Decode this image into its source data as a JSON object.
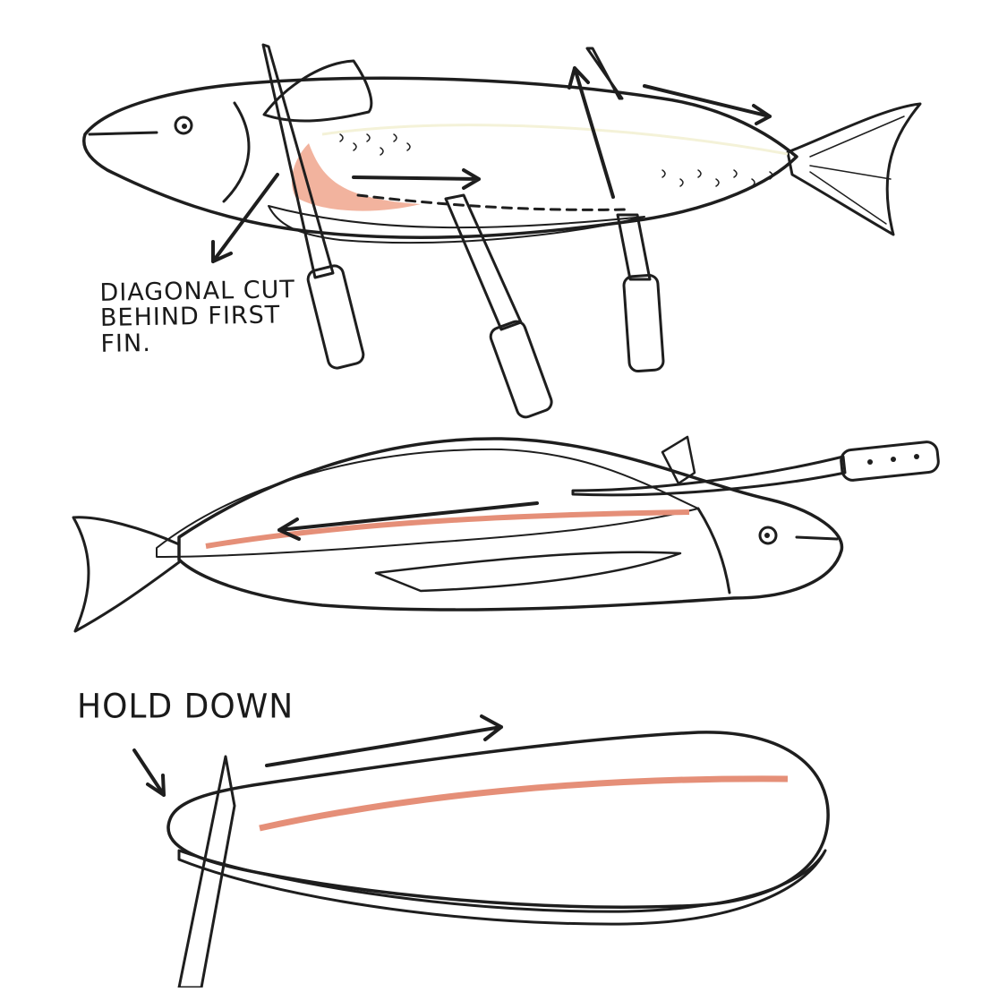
{
  "labels": {
    "diagonal_cut_line1": "DIAGONAL CUT",
    "diagonal_cut_line2": "BEHIND FIRST",
    "diagonal_cut_line3": "FIN.",
    "hold_down": "HOLD DOWN"
  },
  "colors": {
    "fish_body": "#c9c97a",
    "fish_belly": "#e8e6b8",
    "flesh": "#f2b39e",
    "flesh_dark": "#e58f78",
    "blade": "#c8c8cc",
    "handle": "#8b5a35",
    "ink": "#1e1e1e"
  }
}
